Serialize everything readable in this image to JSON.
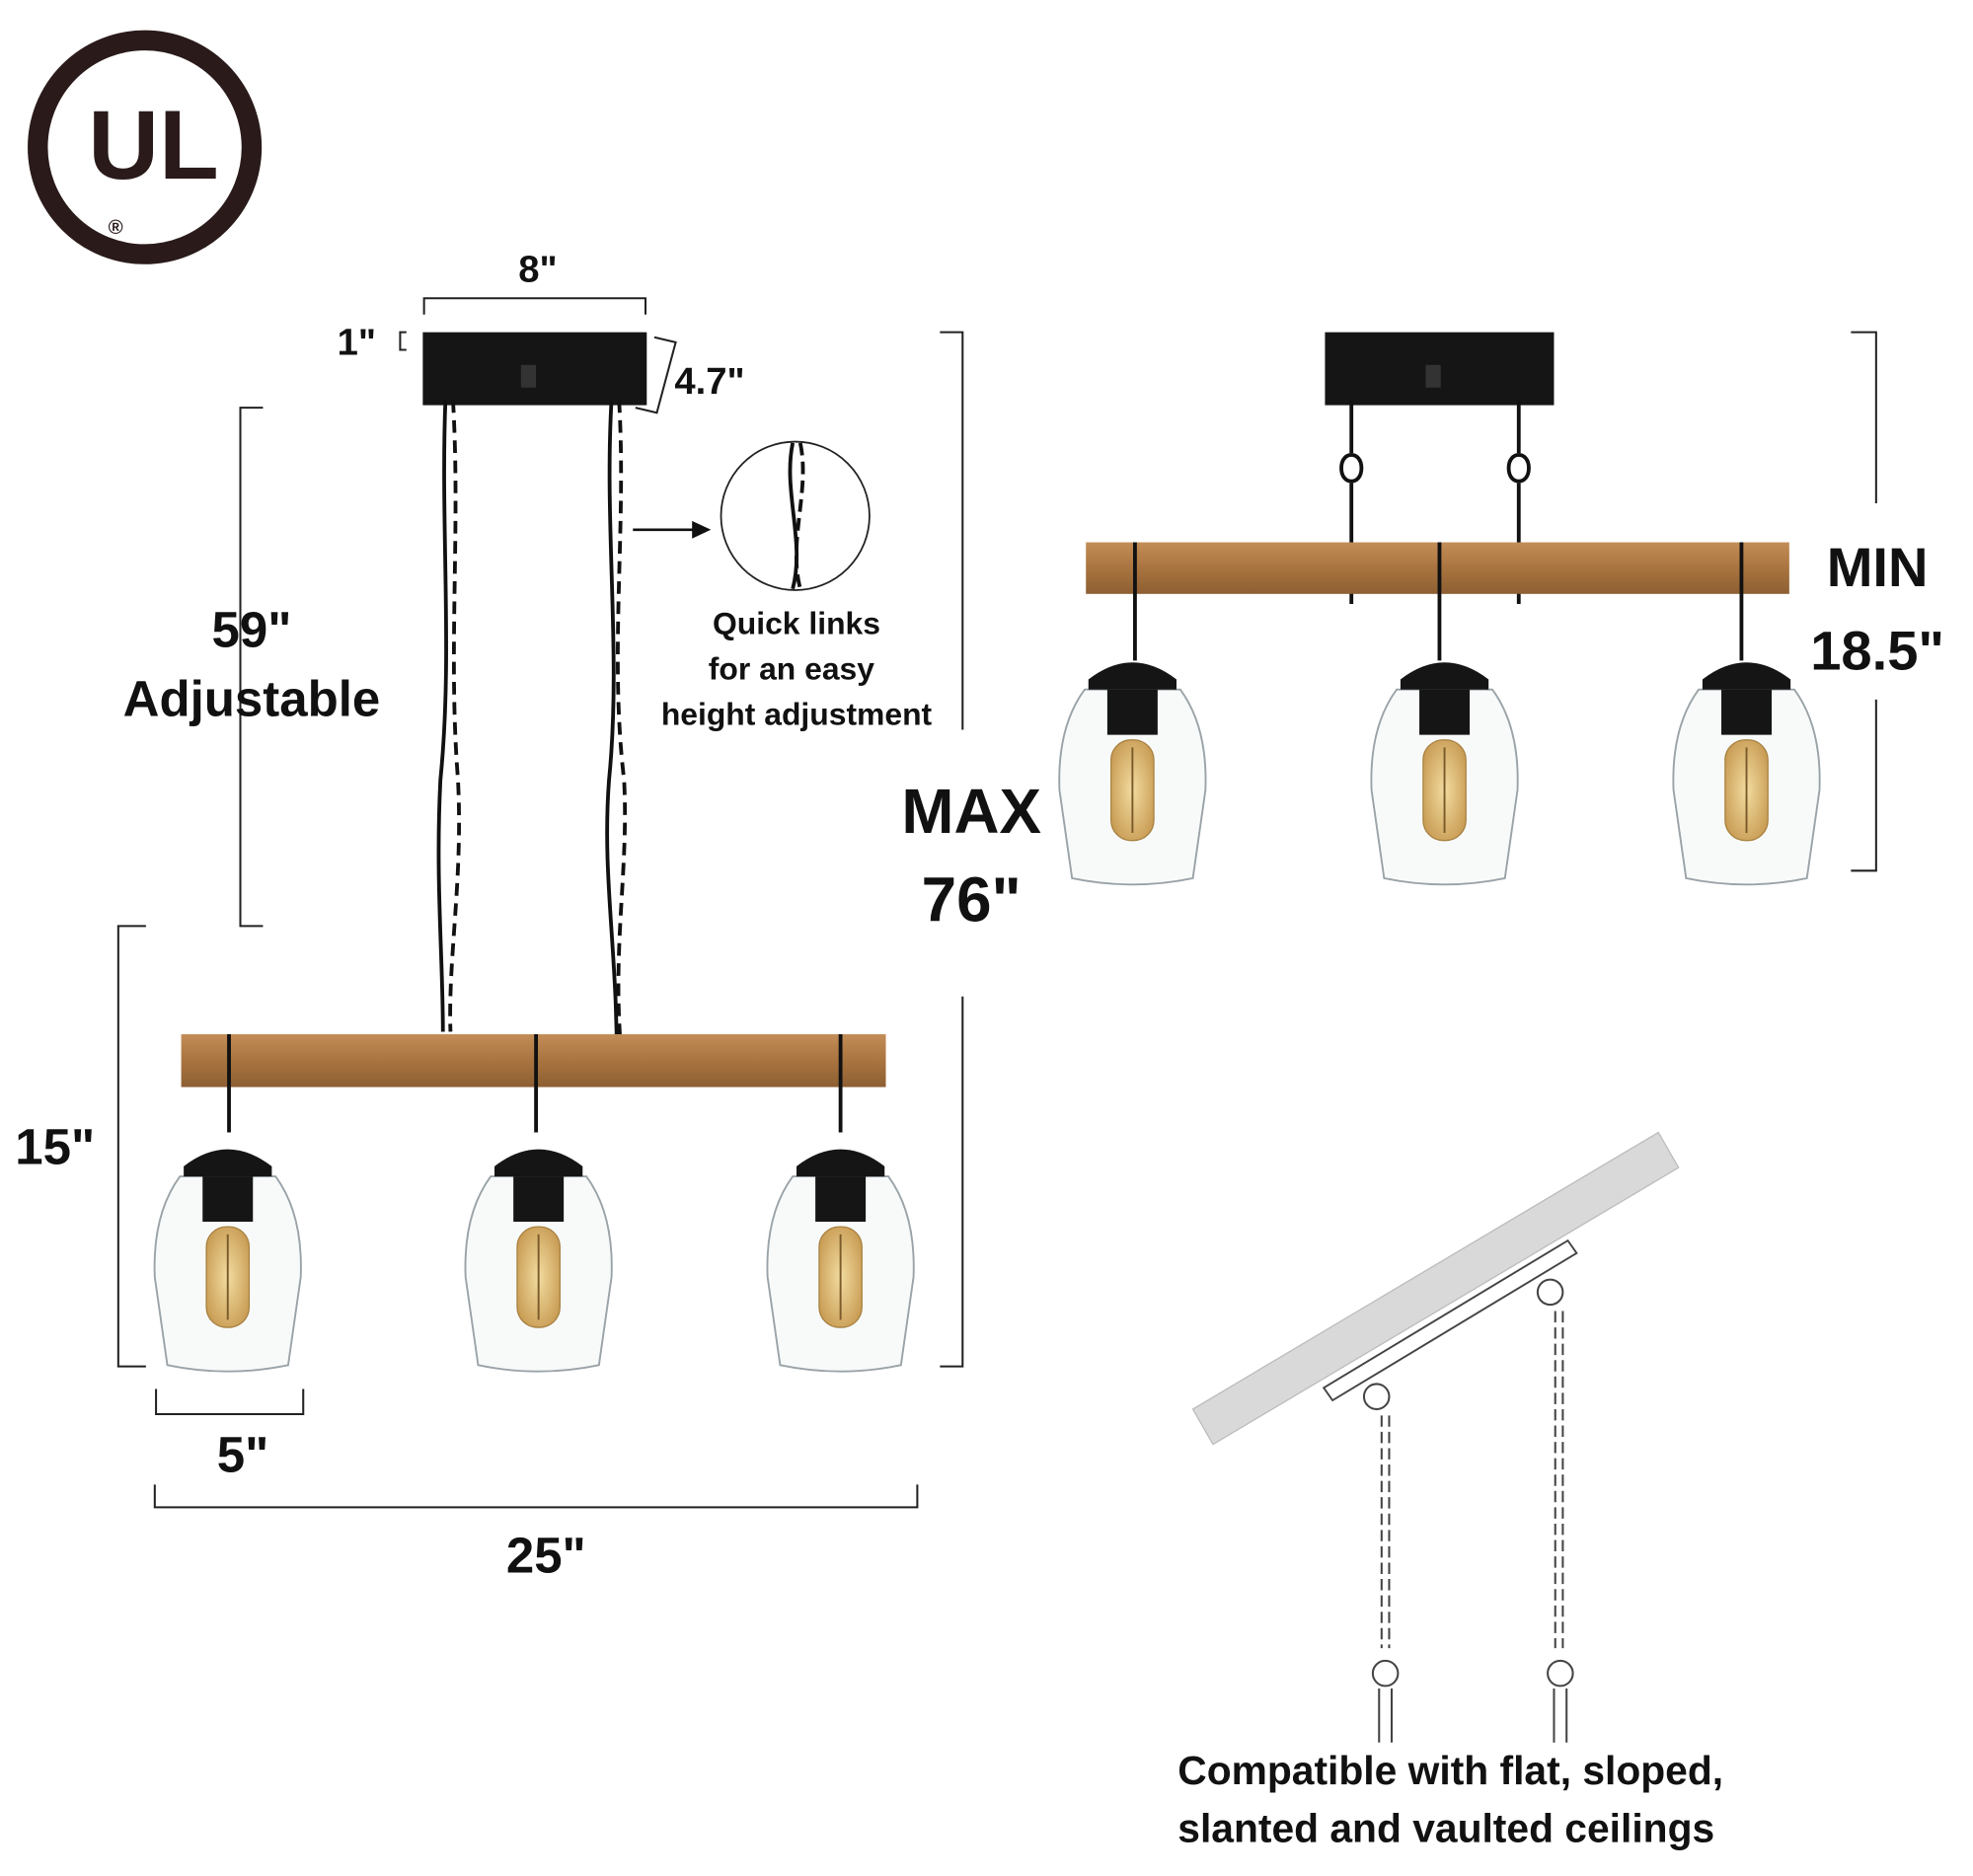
{
  "logo": {
    "text": "UL",
    "registered": "®",
    "color": "#2a1a1a"
  },
  "dimensions": {
    "canopy_width": "8\"",
    "canopy_height": "1\"",
    "canopy_depth": "4.7\"",
    "chain_length": "59\"",
    "chain_note": "Adjustable",
    "fixture_height": "15\"",
    "shade_width": "5\"",
    "overall_width": "25\"",
    "max_label": "MAX",
    "max_value": "76\"",
    "min_label": "MIN",
    "min_value": "18.5\""
  },
  "callouts": {
    "quick_links": [
      "Quick links",
      "for an easy",
      "height adjustment"
    ],
    "ceilings": [
      "Compatible with flat, sloped,",
      "slanted and vaulted ceilings"
    ]
  },
  "colors": {
    "wood": "#b07a45",
    "metal": "#151515",
    "ceiling": "#d9d9d9",
    "bulb": "#d9b46a"
  }
}
